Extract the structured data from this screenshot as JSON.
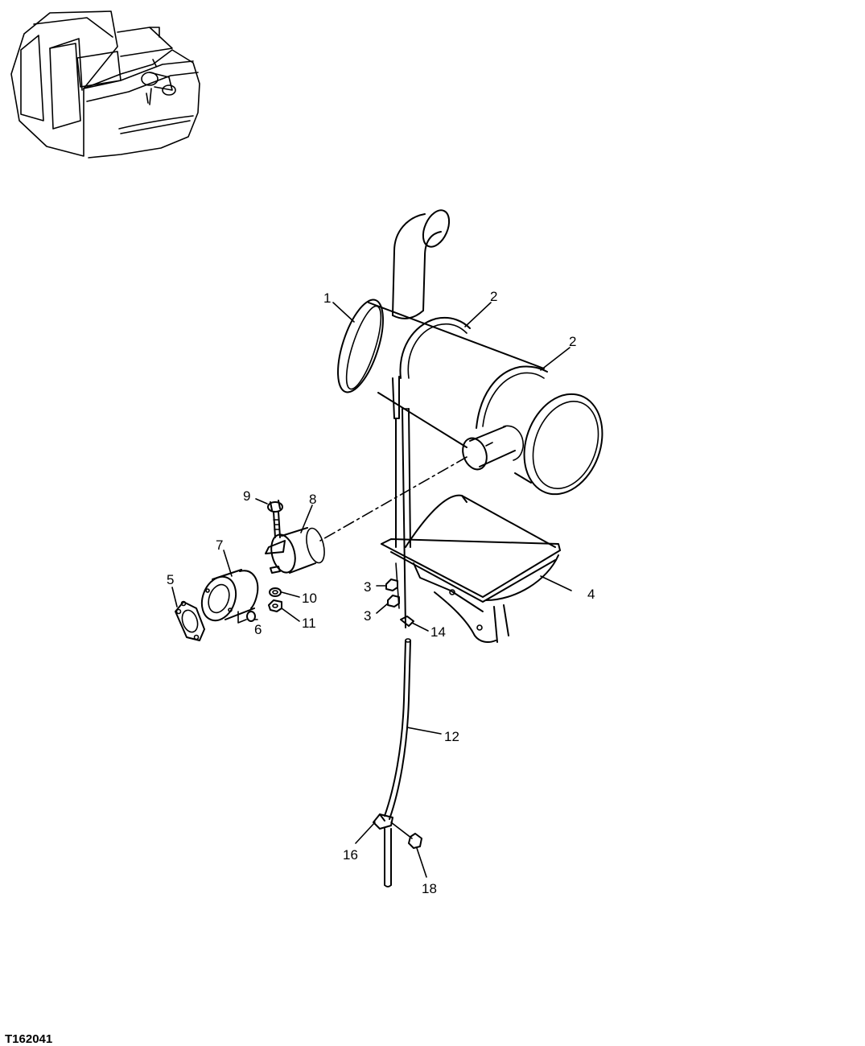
{
  "figure_id": "T162041",
  "callouts": [
    {
      "id": "c1",
      "text": "1"
    },
    {
      "id": "c2a",
      "text": "2"
    },
    {
      "id": "c2b",
      "text": "2"
    },
    {
      "id": "c3a",
      "text": "3"
    },
    {
      "id": "c3b",
      "text": "3"
    },
    {
      "id": "c4",
      "text": "4"
    },
    {
      "id": "c5",
      "text": "5"
    },
    {
      "id": "c6",
      "text": "6"
    },
    {
      "id": "c7",
      "text": "7"
    },
    {
      "id": "c8",
      "text": "8"
    },
    {
      "id": "c9",
      "text": "9"
    },
    {
      "id": "c10",
      "text": "10"
    },
    {
      "id": "c11",
      "text": "11"
    },
    {
      "id": "c12",
      "text": "12"
    },
    {
      "id": "c14",
      "text": "14"
    },
    {
      "id": "c16",
      "text": "16"
    },
    {
      "id": "c18",
      "text": "18"
    }
  ]
}
